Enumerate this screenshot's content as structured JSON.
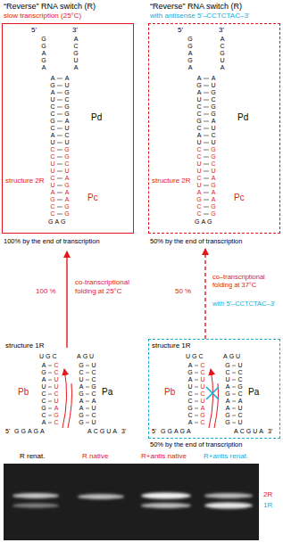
{
  "diagram": {
    "nodes": [
      {
        "text": [
          "5'",
          "3'",
          "Pd",
          "structure 2R",
          "Pc",
          "GGAGA",
          "AGAUCCGCAU",
          "CCUUCUAGCC",
          "GAG",
          "GGCUAGAAGG",
          "AUGCGGAUCU",
          "ACGUA",
          "100% by the end of transcription"
        ]
      },
      {
        "text": [
          "5'",
          "3'",
          "Pd",
          "structure 2R",
          "Pc",
          "GGAGA",
          "AGAUCCGCAU",
          "CCUUCUAGCC",
          "GAG",
          "GGCUAGAAGG",
          "AUGCGGAUCU",
          "ACGUA",
          "50% by the end of transcription"
        ]
      },
      {
        "text": [
          "structure 1R",
          "Pb",
          "Pa",
          "5'",
          "3'",
          "GGAGA",
          "AGAUCCGCA",
          "UGC",
          "CCUUCUAGC",
          "GCUAGAAGG",
          "AGU",
          "UCCGCAUCU",
          "ACGUA",
          "50% by the end of transcription"
        ]
      }
    ],
    "edges": [
      {
        "from": 2,
        "to": 1,
        "arrow": "to"
      }
    ],
    "labels": [
      "“Reverse” RNA switch (R)",
      "slow transcription (25°C)",
      "“Reverse” RNA switch (R)",
      "with antisense 5'–CCTCTAC–3'",
      "100 %",
      "co-transcriptional folding at 25°C",
      "50 %",
      "co–transcriptional folding at 37°C",
      "with 5'–CCTCTAC–3'",
      "structure 1R",
      "Pb",
      "Pa",
      "5'",
      "3'",
      "GGAGA",
      "AGAUCCGCA",
      "UGC",
      "CCUUCUAGC",
      "GCUAGAAGG",
      "AGU",
      "UCCGCAUCU",
      "ACGUA",
      "R renat.",
      "R native",
      "R+antis native",
      "R+antis renat.",
      "2R",
      "1R"
    ]
  }
}
